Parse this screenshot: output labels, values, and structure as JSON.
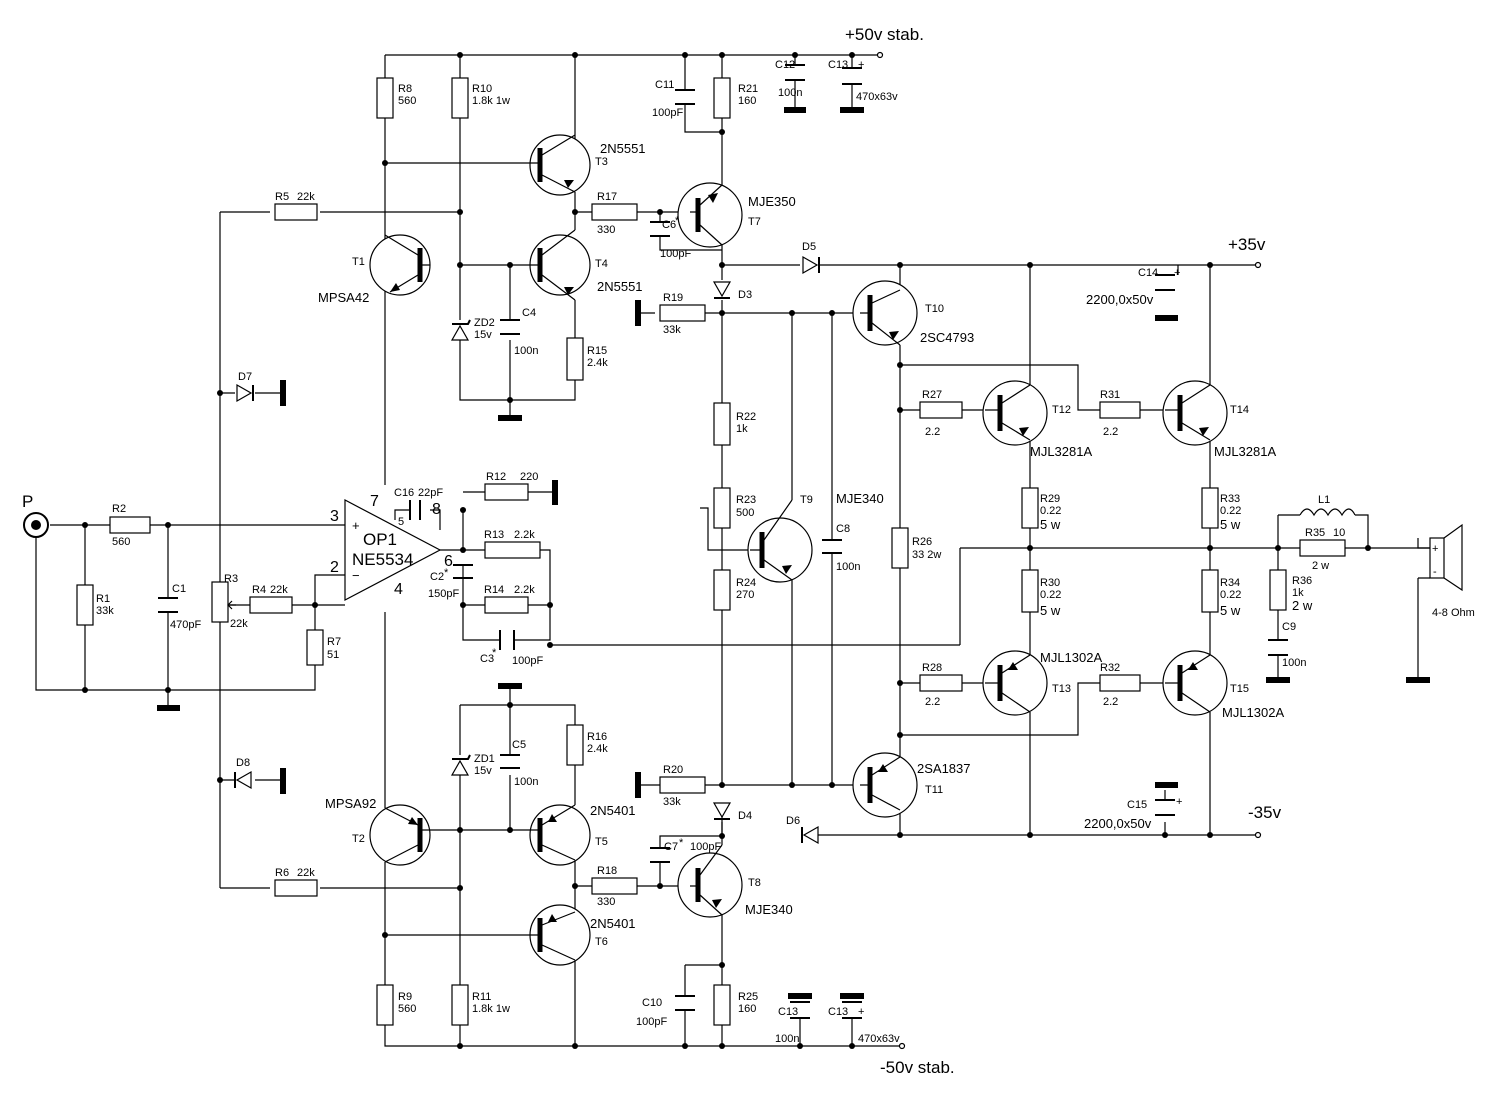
{
  "rails": {
    "pos50": "+50v stab.",
    "neg50": "-50v stab.",
    "pos35": "+35v",
    "neg35": "-35v"
  },
  "input": {
    "label": "P"
  },
  "opamp": {
    "name": "OP1",
    "part": "NE5534",
    "pin3": "3",
    "pin2": "2",
    "pin7": "7",
    "pin4": "4",
    "pin8": "8",
    "pin6": "6",
    "pin5": "5",
    "plus": "+",
    "minus": "−"
  },
  "speaker": {
    "label": "4-8 Ohm",
    "plus": "+",
    "minus": "-"
  },
  "components": {
    "r1": {
      "ref": "R1",
      "val": "33k"
    },
    "r2": {
      "ref": "R2",
      "val": "560"
    },
    "r3": {
      "ref": "R3",
      "val": "22k"
    },
    "r4": {
      "ref": "R4",
      "val": "22k"
    },
    "r5": {
      "ref": "R5",
      "val": "22k"
    },
    "r6": {
      "ref": "R6",
      "val": "22k"
    },
    "r7": {
      "ref": "R7",
      "val": "51"
    },
    "r8": {
      "ref": "R8",
      "val": "560"
    },
    "r9": {
      "ref": "R9",
      "val": "560"
    },
    "r10": {
      "ref": "R10",
      "val": "1.8k 1w"
    },
    "r11": {
      "ref": "R11",
      "val": "1.8k 1w"
    },
    "r12": {
      "ref": "R12",
      "val": "220"
    },
    "r13": {
      "ref": "R13",
      "val": "2.2k"
    },
    "r14": {
      "ref": "R14",
      "val": "2.2k"
    },
    "r15": {
      "ref": "R15",
      "val": "2.4k"
    },
    "r16": {
      "ref": "R16",
      "val": "2.4k"
    },
    "r17": {
      "ref": "R17",
      "val": "330"
    },
    "r18": {
      "ref": "R18",
      "val": "330"
    },
    "r19": {
      "ref": "R19",
      "val": "33k"
    },
    "r20": {
      "ref": "R20",
      "val": "33k"
    },
    "r21": {
      "ref": "R21",
      "val": "160"
    },
    "r22": {
      "ref": "R22",
      "val": "1k"
    },
    "r23": {
      "ref": "R23",
      "val": "500"
    },
    "r24": {
      "ref": "R24",
      "val": "270"
    },
    "r25": {
      "ref": "R25",
      "val": "160"
    },
    "r26": {
      "ref": "R26",
      "val": "33 2w"
    },
    "r27": {
      "ref": "R27",
      "val": "2.2"
    },
    "r28": {
      "ref": "R28",
      "val": "2.2"
    },
    "r29": {
      "ref": "R29",
      "val": "0.22",
      "pwr": "5 w"
    },
    "r30": {
      "ref": "R30",
      "val": "0.22",
      "pwr": "5 w"
    },
    "r31": {
      "ref": "R31",
      "val": "2.2"
    },
    "r32": {
      "ref": "R32",
      "val": "2.2"
    },
    "r33": {
      "ref": "R33",
      "val": "0.22",
      "pwr": "5 w"
    },
    "r34": {
      "ref": "R34",
      "val": "0.22",
      "pwr": "5 w"
    },
    "r35": {
      "ref": "R35",
      "val": "10",
      "pwr": "2 w"
    },
    "r36": {
      "ref": "R36",
      "val": "1k",
      "pwr": "2 w"
    },
    "c1": {
      "ref": "C1",
      "val": "470pF"
    },
    "c2": {
      "ref": "C2",
      "star": "*",
      "val": "150pF"
    },
    "c3": {
      "ref": "C3",
      "star": "*",
      "val": "100pF"
    },
    "c4": {
      "ref": "C4",
      "val": "100n"
    },
    "c5": {
      "ref": "C5",
      "val": "100n"
    },
    "c6": {
      "ref": "C6",
      "star": "*",
      "val": "100pF"
    },
    "c7": {
      "ref": "C7",
      "star": "*",
      "val": "100pF"
    },
    "c8": {
      "ref": "C8",
      "val": "100n"
    },
    "c9": {
      "ref": "C9",
      "val": "100n"
    },
    "c10": {
      "ref": "C10",
      "val": "100pF"
    },
    "c11": {
      "ref": "C11",
      "val": "100pF"
    },
    "c12": {
      "ref": "C12",
      "val": "100n"
    },
    "c13a": {
      "ref": "C13",
      "val": "470x63v",
      "plus": "+"
    },
    "c13b": {
      "ref": "C13",
      "val": "100n"
    },
    "c13c": {
      "ref": "C13",
      "val": "470x63v",
      "plus": "+"
    },
    "c14": {
      "ref": "C14",
      "val": "2200,0x50v",
      "plus": "+"
    },
    "c15": {
      "ref": "C15",
      "val": "2200,0x50v",
      "plus": "+"
    },
    "c16": {
      "ref": "C16",
      "val": "22pF"
    },
    "l1": {
      "ref": "L1"
    },
    "d3": {
      "ref": "D3"
    },
    "d4": {
      "ref": "D4"
    },
    "d5": {
      "ref": "D5"
    },
    "d6": {
      "ref": "D6"
    },
    "d7": {
      "ref": "D7"
    },
    "d8": {
      "ref": "D8"
    },
    "zd1": {
      "ref": "ZD1",
      "val": "15v"
    },
    "zd2": {
      "ref": "ZD2",
      "val": "15v"
    },
    "t1": {
      "ref": "T1",
      "part": "MPSA42"
    },
    "t2": {
      "ref": "T2",
      "part": "MPSA92"
    },
    "t3": {
      "ref": "T3",
      "part": "2N5551"
    },
    "t4": {
      "ref": "T4",
      "part": "2N5551"
    },
    "t5": {
      "ref": "T5",
      "part": "2N5401"
    },
    "t6": {
      "ref": "T6",
      "part": "2N5401"
    },
    "t7": {
      "ref": "T7",
      "part": "MJE350"
    },
    "t8": {
      "ref": "T8",
      "part": "MJE340"
    },
    "t9": {
      "ref": "T9",
      "part": "MJE340"
    },
    "t10": {
      "ref": "T10",
      "part": "2SC4793"
    },
    "t11": {
      "ref": "T11",
      "part": "2SA1837"
    },
    "t12": {
      "ref": "T12",
      "part": "MJL3281A"
    },
    "t13": {
      "ref": "T13",
      "part": "MJL1302A"
    },
    "t14": {
      "ref": "T14",
      "part": "MJL3281A"
    },
    "t15": {
      "ref": "T15",
      "part": "MJL1302A"
    }
  }
}
